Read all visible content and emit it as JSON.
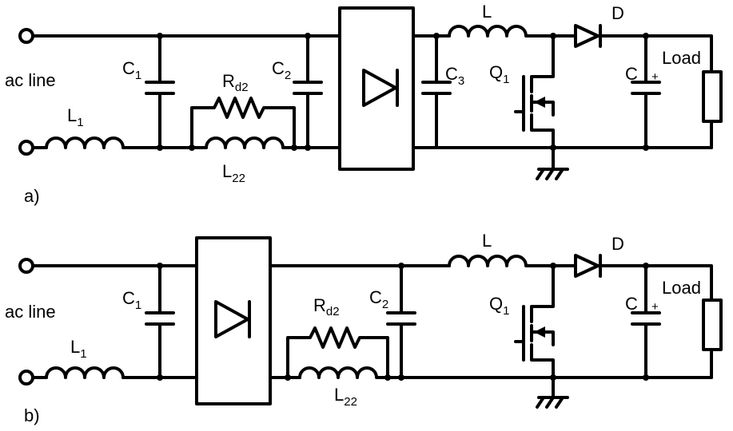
{
  "diagram_a": {
    "tag": "a)",
    "source": "ac line",
    "L1": {
      "letter": "L",
      "sub": "1"
    },
    "C1": {
      "letter": "C",
      "sub": "1"
    },
    "Rd2": {
      "letter": "R",
      "sub": "d2"
    },
    "L22": {
      "letter": "L",
      "sub": "22"
    },
    "C2": {
      "letter": "C",
      "sub": "2"
    },
    "C3": {
      "letter": "C",
      "sub": "3"
    },
    "L": "L",
    "Q1": {
      "letter": "Q",
      "sub": "1"
    },
    "D": "D",
    "C": "C",
    "plus": "+",
    "load": "Load"
  },
  "diagram_b": {
    "tag": "b)",
    "source": "ac line",
    "L1": {
      "letter": "L",
      "sub": "1"
    },
    "C1": {
      "letter": "C",
      "sub": "1"
    },
    "Rd2": {
      "letter": "R",
      "sub": "d2"
    },
    "L22": {
      "letter": "L",
      "sub": "22"
    },
    "C2": {
      "letter": "C",
      "sub": "2"
    },
    "L": "L",
    "Q1": {
      "letter": "Q",
      "sub": "1"
    },
    "D": "D",
    "C": "C",
    "plus": "+",
    "load": "Load"
  }
}
